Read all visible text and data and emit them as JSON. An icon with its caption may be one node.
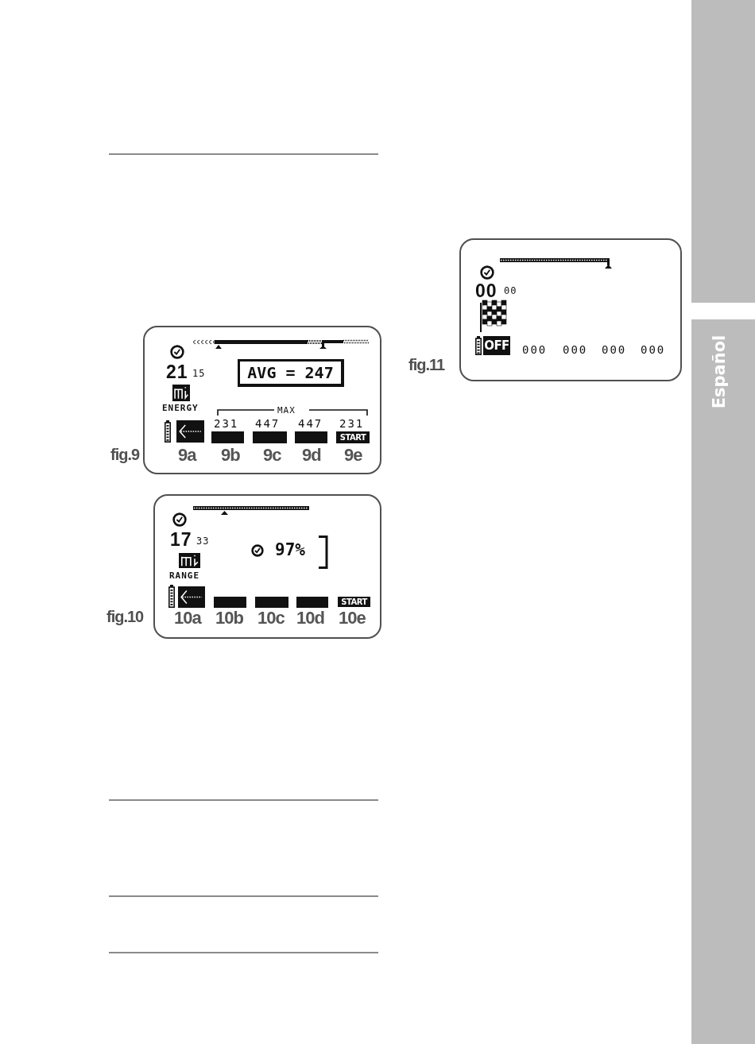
{
  "diagram": {
    "nodes": [
      {
        "text": [
          "21",
          "15",
          "ENERGY",
          "MAX",
          "231",
          "447",
          "447",
          "231",
          "9a",
          "9b",
          "9c",
          "9d",
          "9e"
        ],
        "beside": [
          "fig.9"
        ]
      },
      {
        "text": [
          "AVG = 247"
        ],
        "in": 0
      },
      {
        "text": [],
        "shape": "bar",
        "in": 0
      },
      {
        "text": [],
        "shape": "bar",
        "in": 0
      },
      {
        "text": [],
        "shape": "bar",
        "in": 0
      },
      {
        "text": [
          "START"
        ],
        "in": 0
      },
      {
        "text": [
          "17",
          "33",
          "RANGE",
          "97%",
          "10a",
          "10b",
          "10c",
          "10d",
          "10e"
        ],
        "beside": [
          "fig.10"
        ]
      },
      {
        "text": [],
        "shape": "bar",
        "in": 6
      },
      {
        "text": [],
        "shape": "bar",
        "in": 6
      },
      {
        "text": [],
        "shape": "bar",
        "in": 6
      },
      {
        "text": [
          "START"
        ],
        "in": 6
      },
      {
        "text": [
          "00",
          "00",
          "000",
          "000",
          "000",
          "000"
        ],
        "beside": [
          "fig.11"
        ]
      },
      {
        "text": [
          "OFF"
        ],
        "in": 11
      }
    ],
    "labels": [
      "Español"
    ]
  }
}
